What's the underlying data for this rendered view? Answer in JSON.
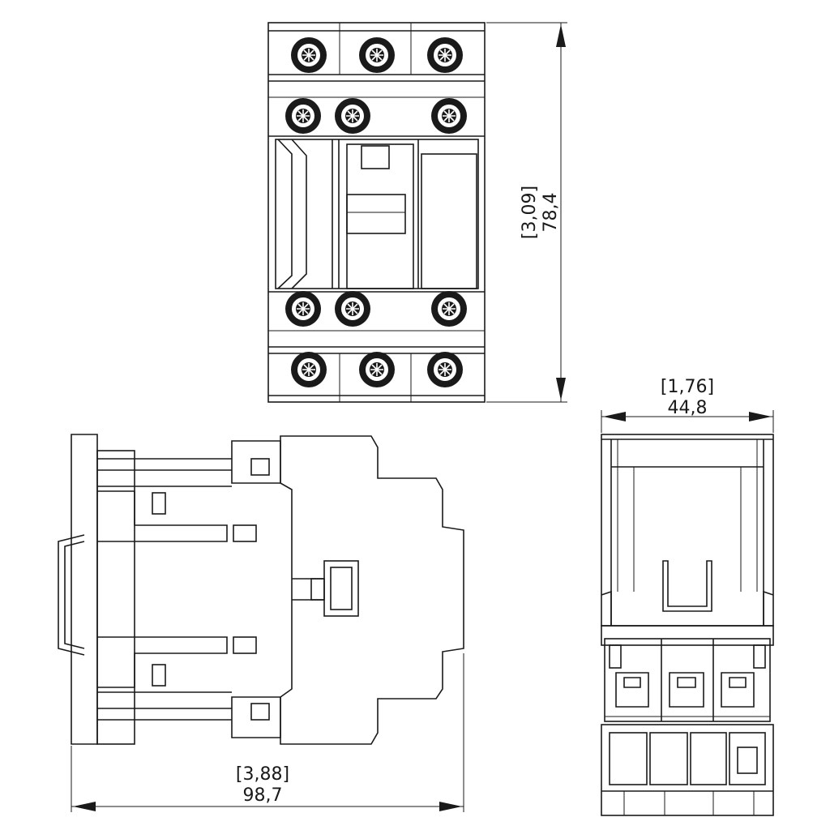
{
  "dimensions": {
    "height": {
      "inch": "[3,09]",
      "mm": "78,4"
    },
    "width": {
      "inch": "[1,76]",
      "mm": "44,8"
    },
    "depth": {
      "inch": "[3,88]",
      "mm": "98,7"
    }
  }
}
